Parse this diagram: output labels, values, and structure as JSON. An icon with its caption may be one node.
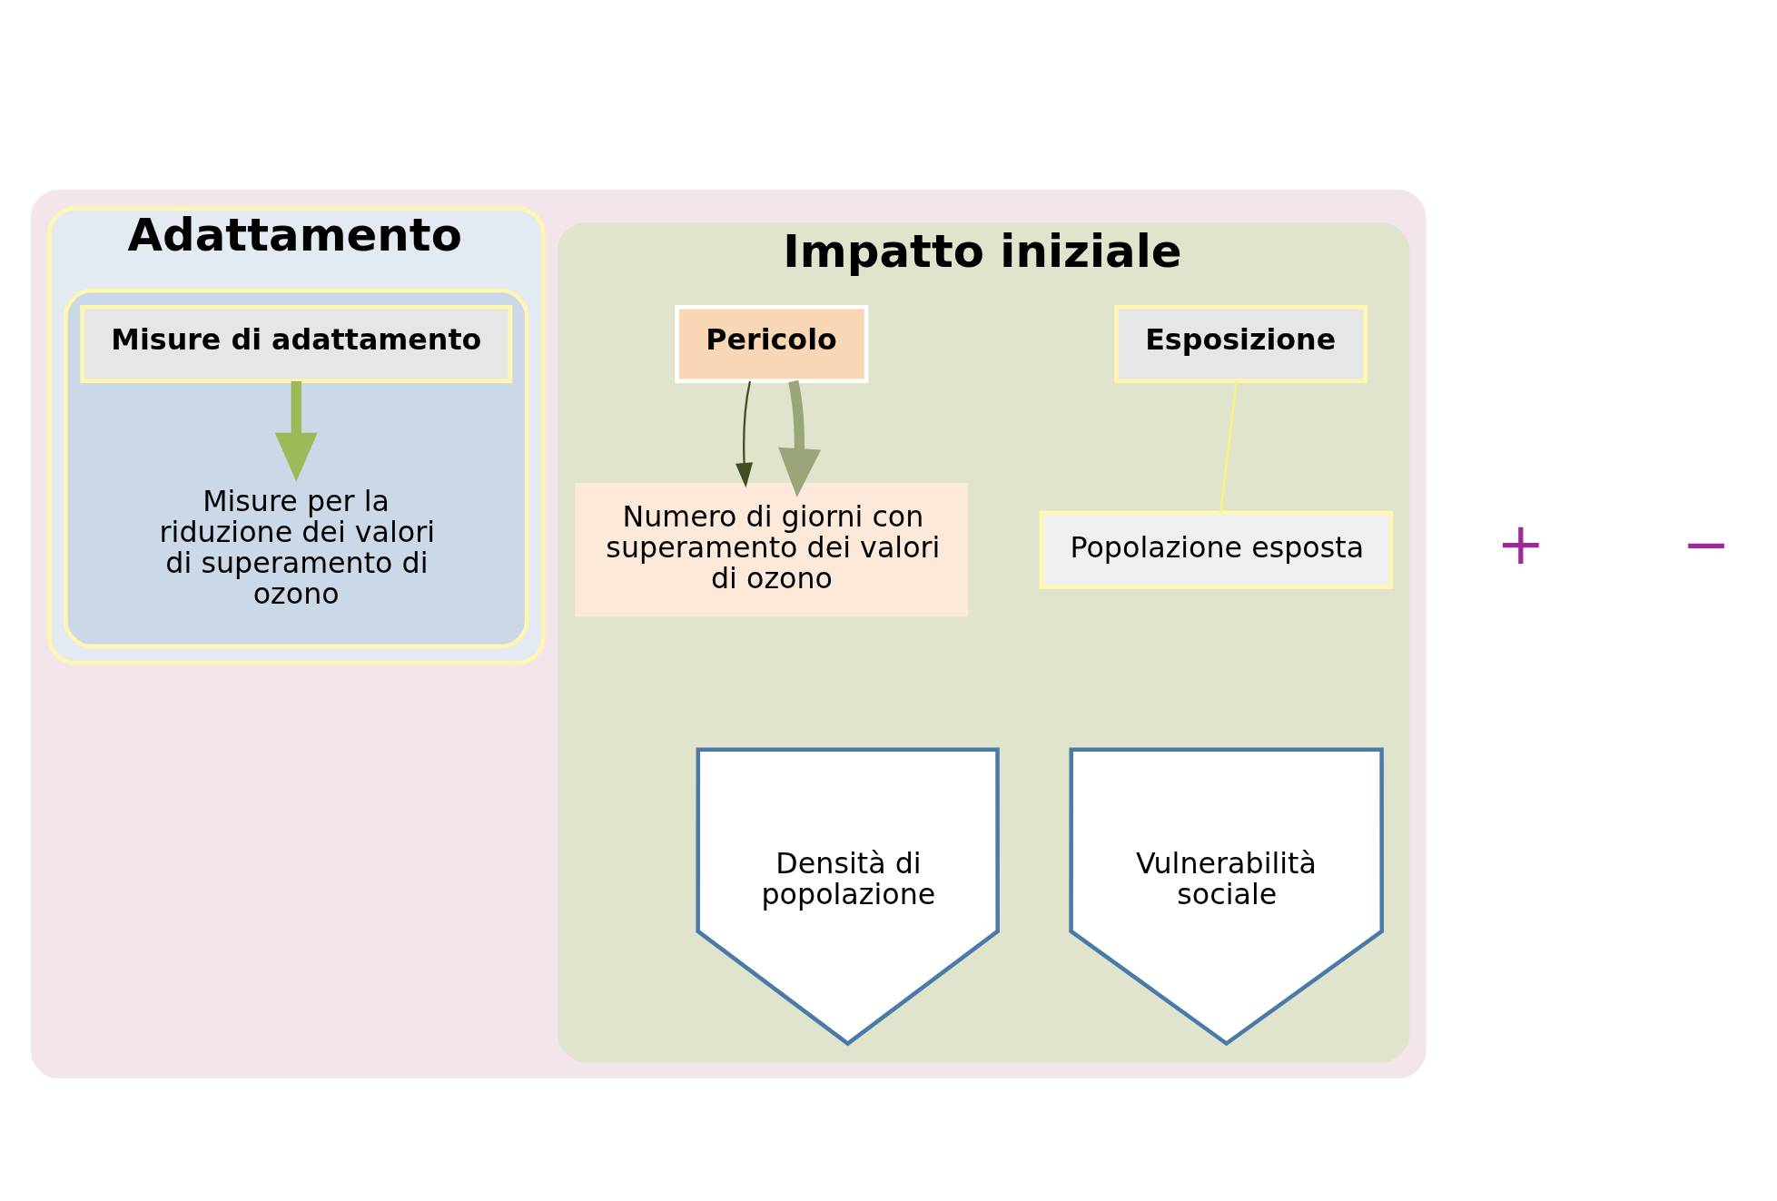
{
  "diagram": {
    "nodes": [
      {
        "text": [],
        "shape": "box"
      },
      {
        "text": [
          "Impatto iniziale"
        ],
        "in": 0
      },
      {
        "text": [
          "Pericolo"
        ],
        "in": 1
      },
      {
        "text": [
          "Esposizione"
        ],
        "in": 1
      },
      {
        "text": [
          "Numero di giorni con superamento dei valori di ozono"
        ],
        "in": 1
      },
      {
        "text": [
          "Popolazione esposta"
        ],
        "in": 1
      },
      {
        "text": [
          "Densità di popolazione"
        ],
        "in": 1
      },
      {
        "text": [
          "Vulnerabilità sociale"
        ],
        "in": 1
      },
      {
        "text": [
          "Adattamento"
        ],
        "in": 0
      },
      {
        "text": [],
        "shape": "box",
        "in": 8
      },
      {
        "text": [
          "Misure di adattamento"
        ],
        "in": 9
      },
      {
        "text": [
          "Misure per la riduzione dei valori di superamento di ozono"
        ],
        "in": 9
      }
    ],
    "edges": [
      {
        "from": 2,
        "to": 4,
        "arrow": "to"
      },
      {
        "from": 2,
        "to": 4,
        "arrow": "to",
        "style": "thick",
        "color": "#9aa67a"
      },
      {
        "from": 3,
        "to": 5,
        "arrow": "none",
        "color": "#fff27a"
      },
      {
        "from": 10,
        "to": 11,
        "arrow": "to",
        "style": "thick",
        "color": "#9bbb59"
      }
    ],
    "labels": [
      "+",
      "−"
    ]
  }
}
